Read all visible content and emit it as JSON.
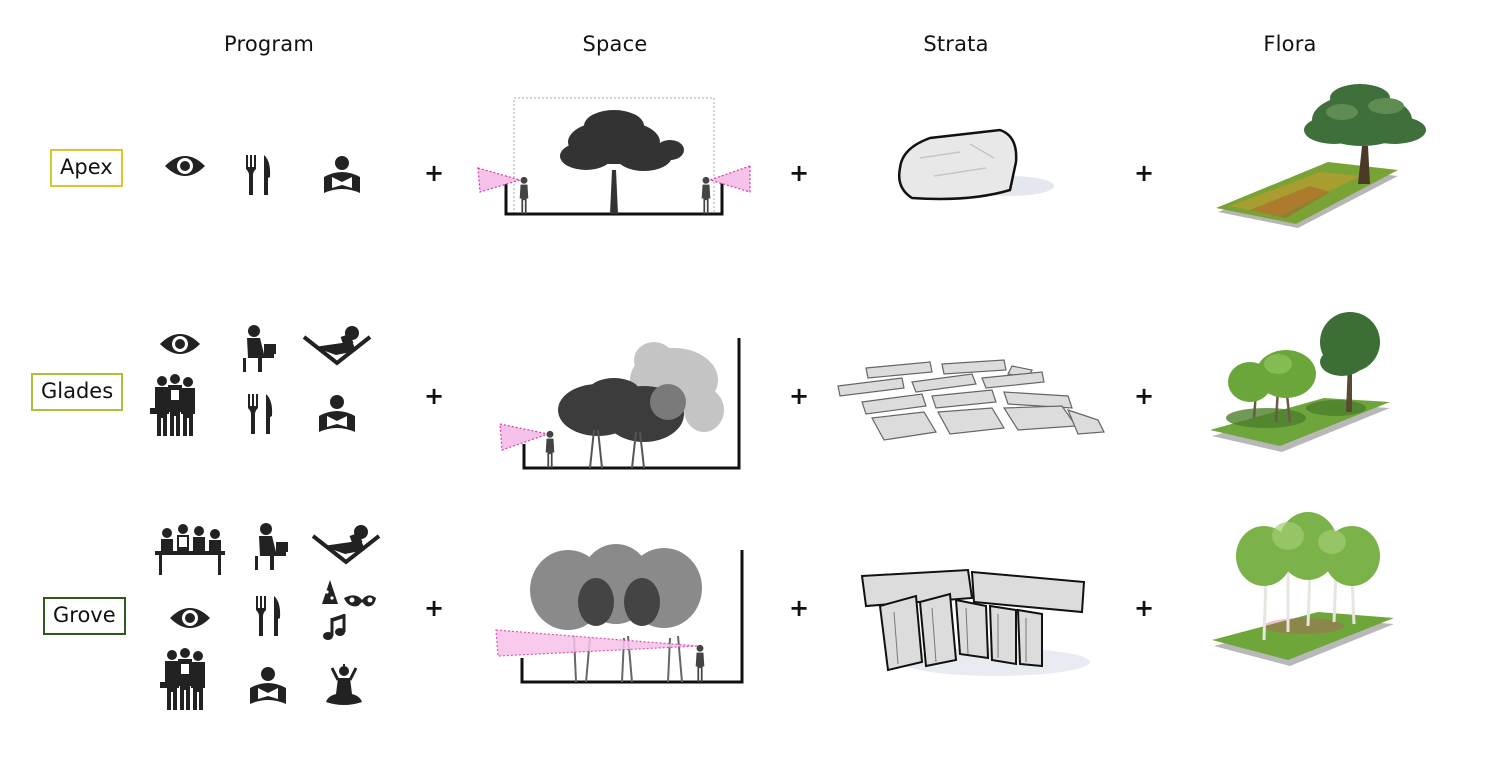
{
  "headers": {
    "program": "Program",
    "space": "Space",
    "strata": "Strata",
    "flora": "Flora"
  },
  "rows": [
    {
      "label": "Apex",
      "border_color": "#d8c72a",
      "program_icons": [
        "eye-icon",
        "fork-knife-icon",
        "reader-icon"
      ]
    },
    {
      "label": "Glades",
      "border_color": "#a9c23c",
      "program_icons": [
        "eye-icon",
        "person-laptop-icon",
        "reclining-reader-icon",
        "group-people-icon",
        "fork-knife-icon",
        "reader-icon"
      ]
    },
    {
      "label": "Grove",
      "border_color": "#2f5a1d",
      "program_icons": [
        "meeting-table-icon",
        "person-laptop-icon",
        "reclining-reader-icon",
        "eye-icon",
        "fork-knife-icon",
        "party-music-icon",
        "group-people-icon",
        "reader-icon",
        "meditation-icon"
      ]
    }
  ],
  "plus_sign": "+",
  "colors": {
    "view_cone": "#f5b8e4",
    "view_line": "#d63aa8",
    "stone": "#d9d9d9",
    "grass": "#5f9a2e"
  }
}
